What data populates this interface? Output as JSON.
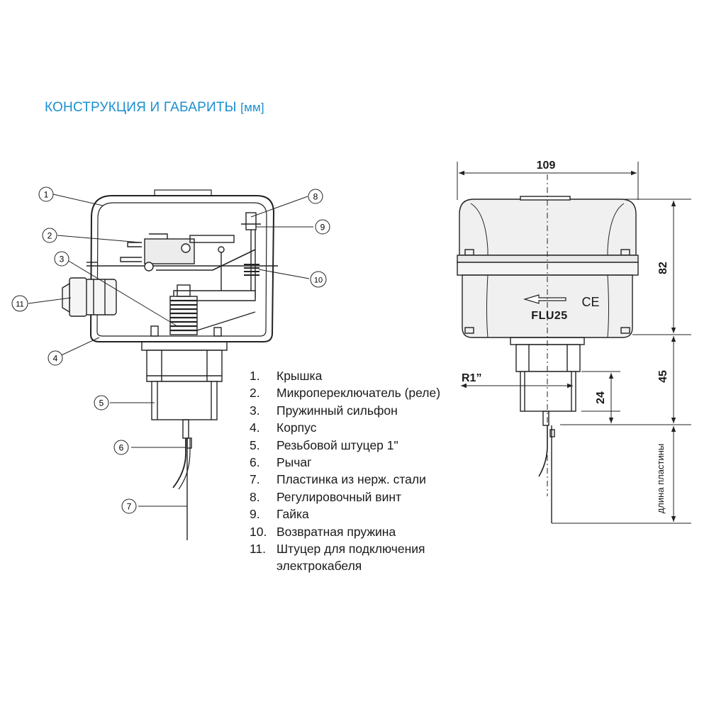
{
  "title": {
    "text": "КОНСТРУКЦИЯ И ГАБАРИТЫ",
    "unit": "[мм]"
  },
  "callouts": [
    "1",
    "2",
    "3",
    "4",
    "5",
    "6",
    "7",
    "8",
    "9",
    "10",
    "11"
  ],
  "legend": [
    {
      "num": "1.",
      "text": "Крышка"
    },
    {
      "num": "2.",
      "text": "Микропереключатель (реле)"
    },
    {
      "num": "3.",
      "text": "Пружинный сильфон"
    },
    {
      "num": "4.",
      "text": "Корпус"
    },
    {
      "num": "5.",
      "text": "Резьбовой штуцер 1\""
    },
    {
      "num": "6.",
      "text": "Рычаг"
    },
    {
      "num": "7.",
      "text": "Пластинка из нерж. стали"
    },
    {
      "num": "8.",
      "text": "Регулировочный винт"
    },
    {
      "num": "9.",
      "text": "Гайка"
    },
    {
      "num": "10.",
      "text": "Возвратная пружина"
    },
    {
      "num": "11.",
      "text": "Штуцер для подключения электрокабеля"
    }
  ],
  "dimensions": {
    "width": "109",
    "cover_height": "82",
    "fitting_height": "45",
    "thread_length": "24",
    "thread": "R1”",
    "plate_length": "длина пластины"
  },
  "device_label": "FLU25",
  "ce_mark": "CE",
  "colors": {
    "title": "#1b8fd1",
    "line": "#222222",
    "fill": "#f2f2f2"
  }
}
